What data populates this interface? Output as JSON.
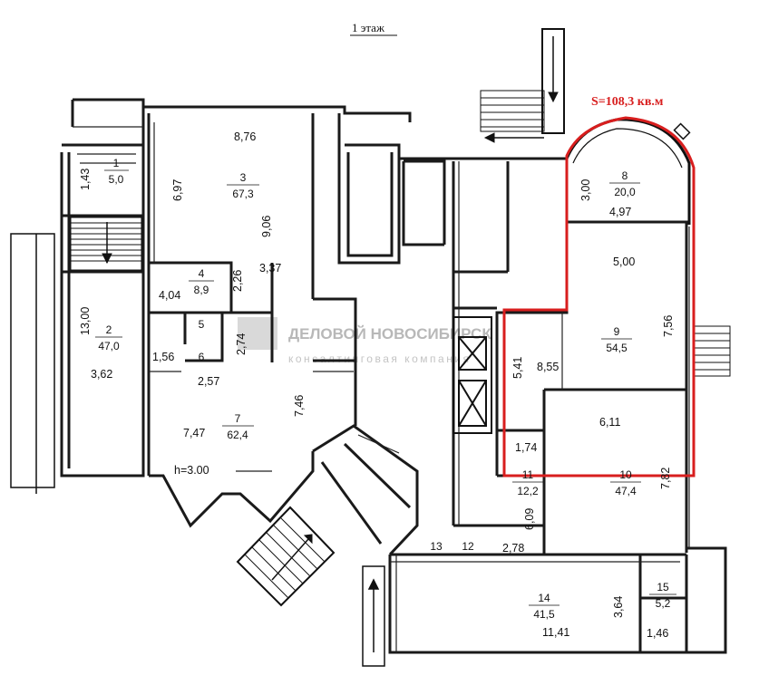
{
  "floor_title": "1 этаж",
  "area_note": "S=108,3 кв.м",
  "ceiling_height": "h=3.00",
  "watermark": {
    "line1": "ДЕЛОВОЙ НОВОСИБИРСК",
    "line2": "консалтинговая компания"
  },
  "highlight_color": "#d81e1e",
  "rooms": [
    {
      "num": "1",
      "area": "5,0"
    },
    {
      "num": "2",
      "area": "47,0"
    },
    {
      "num": "3",
      "area": "67,3"
    },
    {
      "num": "4",
      "area": "8,9"
    },
    {
      "num": "5"
    },
    {
      "num": "6"
    },
    {
      "num": "7",
      "area": "62,4"
    },
    {
      "num": "8",
      "area": "20,0"
    },
    {
      "num": "9",
      "area": "54,5"
    },
    {
      "num": "10",
      "area": "47,4"
    },
    {
      "num": "11",
      "area": "12,2"
    },
    {
      "num": "12"
    },
    {
      "num": "13"
    },
    {
      "num": "14",
      "area": "41,5"
    },
    {
      "num": "15",
      "area": "5,2"
    }
  ],
  "dims": [
    "8,76",
    "6,97",
    "9,06",
    "3,37",
    "1,43",
    "13,00",
    "3,62",
    "4,04",
    "2,26",
    "1,56",
    "2,74",
    "2,57",
    "7,46",
    "7,47",
    "3,00",
    "4,97",
    "5,00",
    "7,56",
    "5,41",
    "8,55",
    "6,11",
    "1,74",
    "7,82",
    "6,09",
    "2,78",
    "3,64",
    "11,41",
    "1,46"
  ]
}
